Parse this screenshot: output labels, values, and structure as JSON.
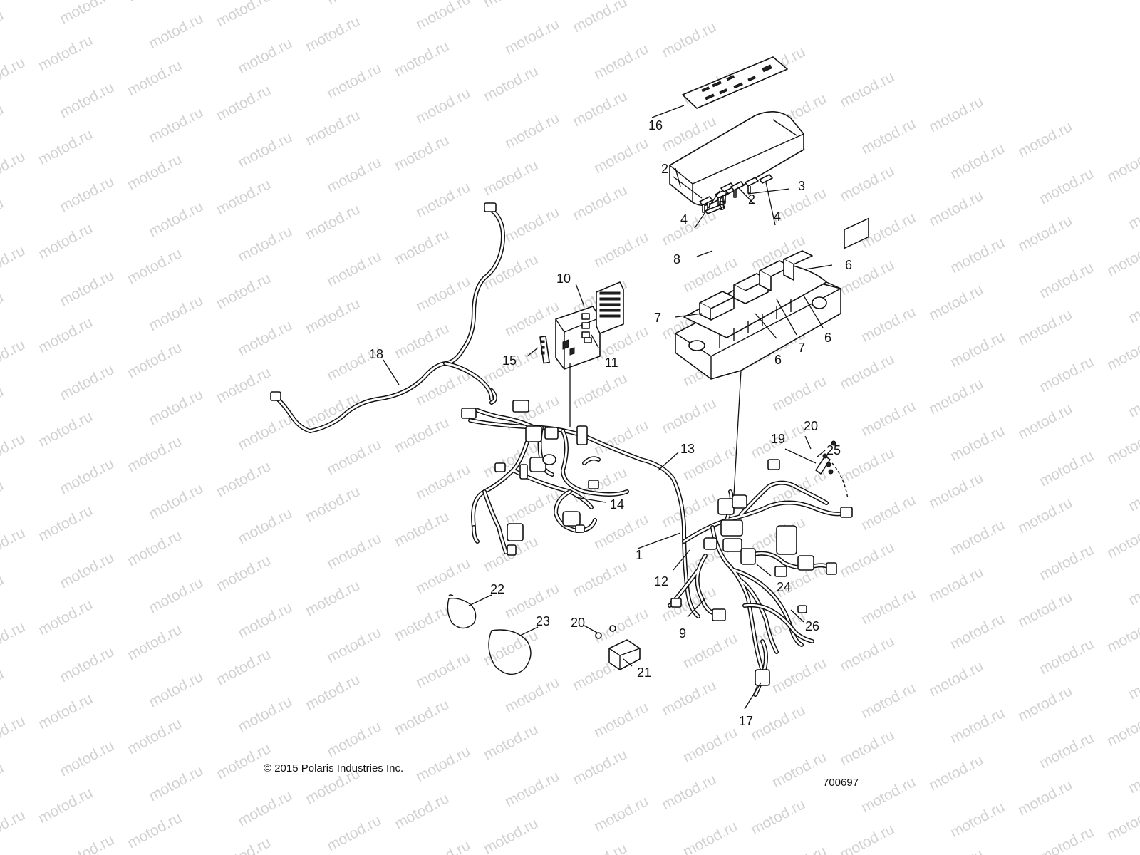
{
  "watermark_text": "motod.ru",
  "callouts": [
    "1",
    "2",
    "2",
    "3",
    "4",
    "4",
    "5",
    "6",
    "6",
    "6",
    "7",
    "7",
    "8",
    "9",
    "10",
    "11",
    "12",
    "13",
    "14",
    "15",
    "16",
    "17",
    "18",
    "19",
    "20",
    "20",
    "21",
    "22",
    "23",
    "24",
    "25",
    "26"
  ],
  "copyright": "© 2015 Polaris Industries Inc.",
  "diagram_number": "700697"
}
